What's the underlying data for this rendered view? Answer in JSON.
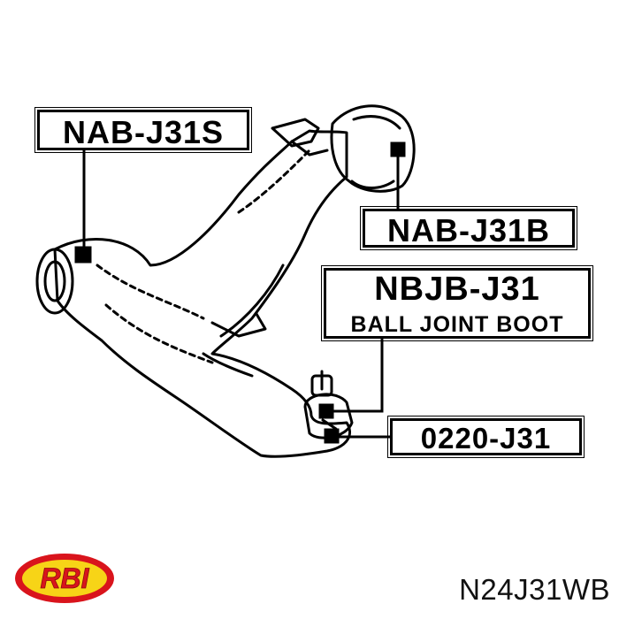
{
  "labels": {
    "lower_bushing": "NAB-J31S",
    "rear_bushing": "NAB-J31B",
    "boot_part": "NBJB-J31",
    "boot_caption": "BALL JOINT BOOT",
    "ball_joint": "0220-J31"
  },
  "part_number": "N24J31WB",
  "logo_text": "RBI",
  "colors": {
    "ink": "#000000",
    "logo_red": "#d9141c",
    "logo_yellow": "#f7d417"
  }
}
